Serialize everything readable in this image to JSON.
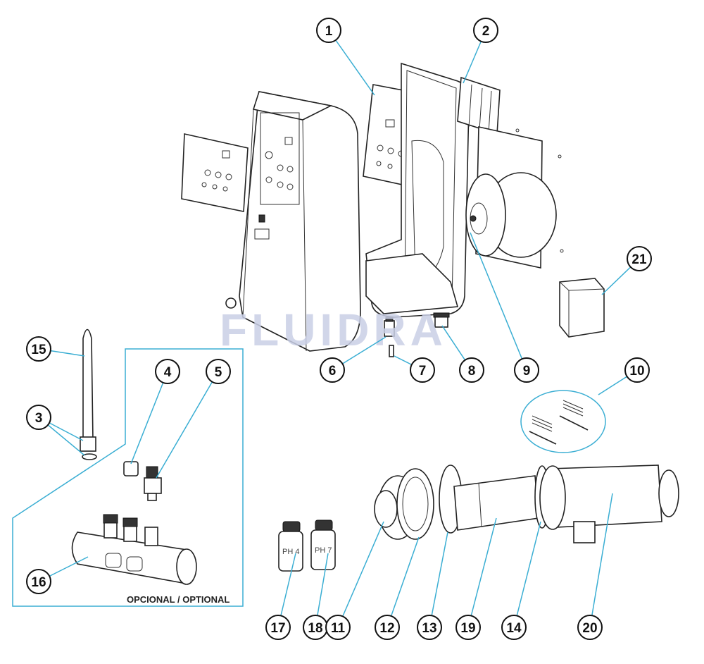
{
  "watermark": "FLUIDRA",
  "optional_label": "OPCIONAL / OPTIONAL",
  "ph_labels": {
    "ph4": "PH 4",
    "ph7": "PH 7"
  },
  "callouts": {
    "c1": "1",
    "c2": "2",
    "c3": "3",
    "c4": "4",
    "c5": "5",
    "c6": "6",
    "c7": "7",
    "c8": "8",
    "c9": "9",
    "c10": "10",
    "c11": "11",
    "c12": "12",
    "c13": "13",
    "c14": "14",
    "c15": "15",
    "c16": "16",
    "c17": "17",
    "c18": "18",
    "c19": "19",
    "c20": "20",
    "c21": "21"
  },
  "colors": {
    "leader": "#3aaed3",
    "watermark": "#c9cfe6"
  }
}
